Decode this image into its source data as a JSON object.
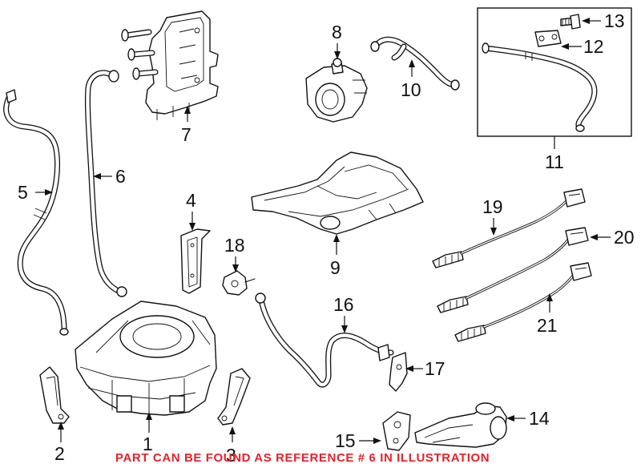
{
  "diagram": {
    "callouts": [
      {
        "id": "c1",
        "label": "1"
      },
      {
        "id": "c2",
        "label": "2"
      },
      {
        "id": "c3",
        "label": "3"
      },
      {
        "id": "c4",
        "label": "4"
      },
      {
        "id": "c5",
        "label": "5"
      },
      {
        "id": "c6",
        "label": "6"
      },
      {
        "id": "c7",
        "label": "7"
      },
      {
        "id": "c8",
        "label": "8"
      },
      {
        "id": "c9",
        "label": "9"
      },
      {
        "id": "c10",
        "label": "10"
      },
      {
        "id": "c11",
        "label": "11"
      },
      {
        "id": "c12",
        "label": "12"
      },
      {
        "id": "c13",
        "label": "13"
      },
      {
        "id": "c14",
        "label": "14"
      },
      {
        "id": "c15",
        "label": "15"
      },
      {
        "id": "c16",
        "label": "16"
      },
      {
        "id": "c17",
        "label": "17"
      },
      {
        "id": "c18",
        "label": "18"
      },
      {
        "id": "c19",
        "label": "19"
      },
      {
        "id": "c20",
        "label": "20"
      },
      {
        "id": "c21",
        "label": "21"
      }
    ],
    "note": "PART CAN BE FOUND AS REFERENCE # 6 IN ILLUSTRATION",
    "note_color": "#e8202a",
    "line_color": "#111111"
  }
}
